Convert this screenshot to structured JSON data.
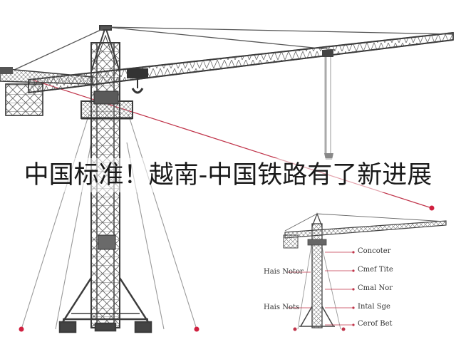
{
  "headline": "中国标准！越南-中国铁路有了新进展",
  "inset": {
    "right_labels": [
      "Concoter",
      "Cmef Tite",
      "Cmal Nor",
      "Intal Sge",
      "Cerof Bet"
    ],
    "left_labels": [
      "Hais Notor",
      "Hais Nots"
    ]
  },
  "colors": {
    "steel": "#4a4a4a",
    "steel_light": "#8a8a8a",
    "guy_wire": "#c0344a",
    "anchor": "#d02040",
    "background": "#ffffff"
  }
}
